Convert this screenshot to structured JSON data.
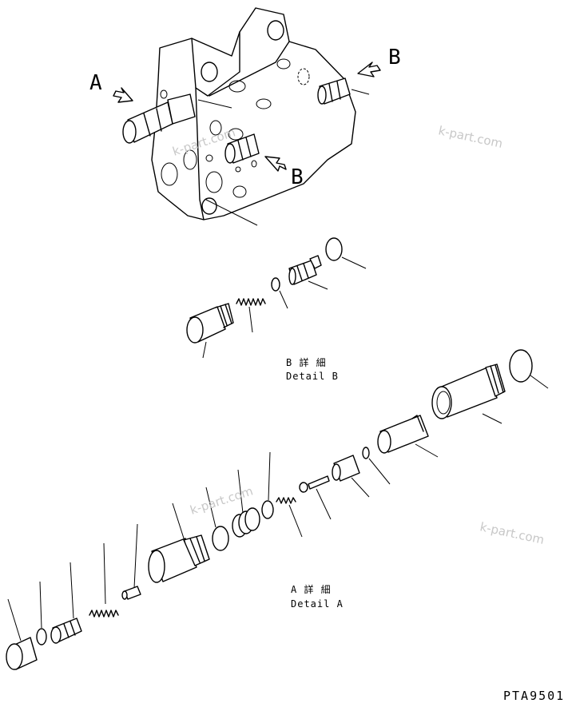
{
  "labels": {
    "callout_a": "A",
    "callout_b_top": "B",
    "callout_b_mid": "B",
    "detail_b_jp": "B 詳 細",
    "detail_b_en": "Detail B",
    "detail_a_jp": "A 詳 細",
    "detail_a_en": "Detail A",
    "drawing_code": "PTA9501"
  },
  "watermark": {
    "text": "k-part.com",
    "color": "#c8c8c8"
  },
  "colors": {
    "line": "#000000",
    "background": "#ffffff"
  }
}
